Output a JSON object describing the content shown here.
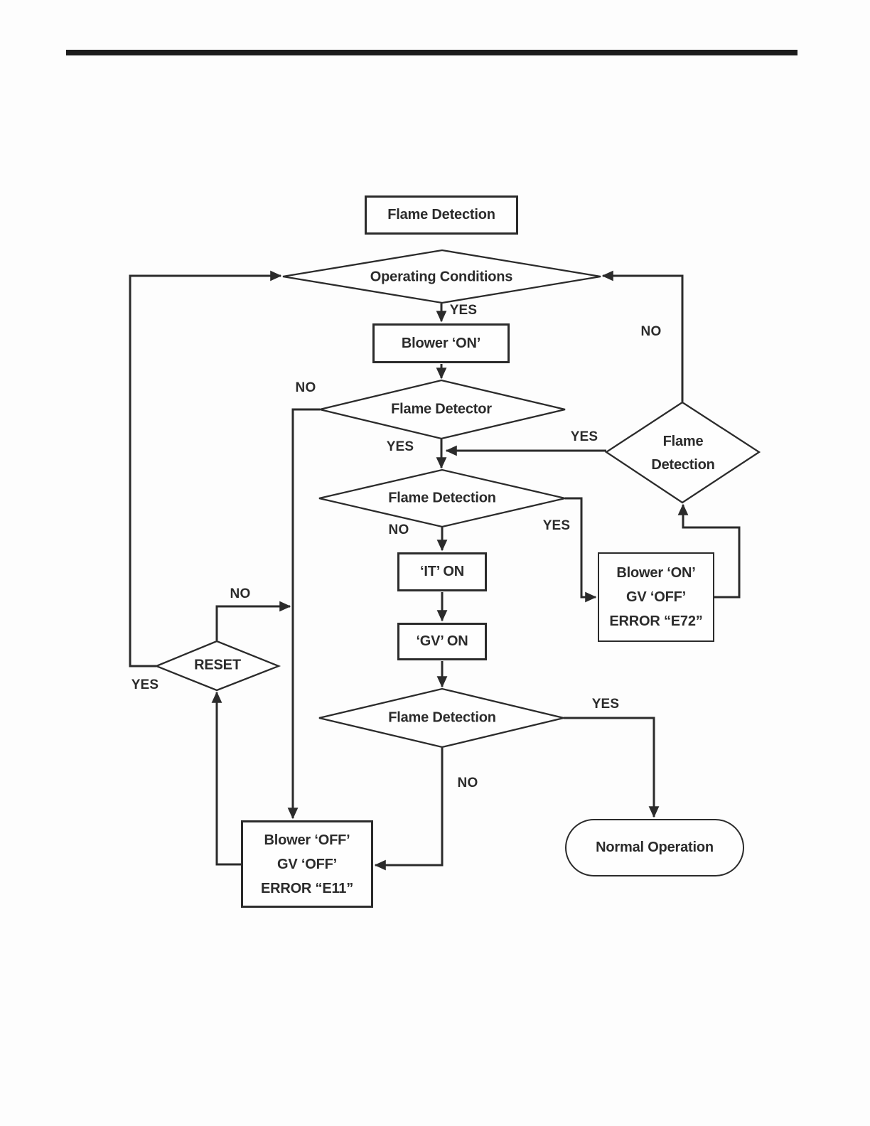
{
  "colors": {
    "line": "#2b2b2b",
    "background": "#fdfdfd",
    "rule": "#1c1c1c"
  },
  "flowchart": {
    "nodes": {
      "start": {
        "label": "Flame Detection"
      },
      "operating_conditions": {
        "label": "Operating Conditions"
      },
      "blower_on": {
        "label": "Blower ‘ON’"
      },
      "flame_detector": {
        "label": "Flame Detector"
      },
      "flame_detection_right": {
        "lines": [
          "Flame",
          "Detection"
        ]
      },
      "flame_detection_mid": {
        "label": "Flame Detection"
      },
      "it_on": {
        "label": "‘IT’ ON"
      },
      "gv_on": {
        "label": "‘GV’ ON"
      },
      "error_e72": {
        "lines": [
          "Blower ‘ON’",
          "GV ‘OFF’",
          "ERROR “E72”"
        ]
      },
      "flame_detection_bottom": {
        "label": "Flame Detection"
      },
      "normal_operation": {
        "label": "Normal Operation"
      },
      "error_e11": {
        "lines": [
          "Blower ‘OFF’",
          "GV ‘OFF’",
          "ERROR “E11”"
        ]
      },
      "reset": {
        "label": "RESET"
      }
    },
    "edge_labels": {
      "operating_yes": "YES",
      "loop_back_no": "NO",
      "flame_detector_no": "NO",
      "flame_detector_yes": "YES",
      "retry_yes": "YES",
      "ignition_no": "NO",
      "ignition_yes": "YES",
      "run_yes": "YES",
      "run_no": "NO",
      "reset_no": "NO",
      "reset_yes": "YES"
    }
  }
}
